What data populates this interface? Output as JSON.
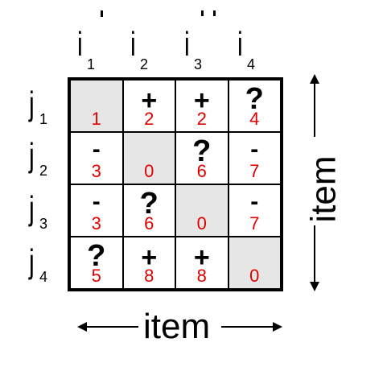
{
  "columns": [
    "i1",
    "i2",
    "i3",
    "i4"
  ],
  "col_labels": [
    {
      "main": "i",
      "sub": "1"
    },
    {
      "main": "i",
      "sub": "2"
    },
    {
      "main": "i",
      "sub": "3"
    },
    {
      "main": "i",
      "sub": "4"
    }
  ],
  "row_labels": [
    {
      "main": "j",
      "sub": "1"
    },
    {
      "main": "j",
      "sub": "2"
    },
    {
      "main": "j",
      "sub": "3"
    },
    {
      "main": "j",
      "sub": "4"
    }
  ],
  "matrix": [
    [
      {
        "sym": "",
        "num": "1",
        "diag": true
      },
      {
        "sym": "+",
        "num": "2"
      },
      {
        "sym": "+",
        "num": "2"
      },
      {
        "sym": "?",
        "num": "4"
      }
    ],
    [
      {
        "sym": "-",
        "num": "3"
      },
      {
        "sym": "",
        "num": "0",
        "diag": true
      },
      {
        "sym": "?",
        "num": "6"
      },
      {
        "sym": "-",
        "num": "7"
      }
    ],
    [
      {
        "sym": "-",
        "num": "3"
      },
      {
        "sym": "?",
        "num": "6"
      },
      {
        "sym": "",
        "num": "0",
        "diag": true
      },
      {
        "sym": "-",
        "num": "7"
      }
    ],
    [
      {
        "sym": "?",
        "num": "5"
      },
      {
        "sym": "+",
        "num": "8"
      },
      {
        "sym": "+",
        "num": "8"
      },
      {
        "sym": "",
        "num": "0",
        "diag": true
      }
    ]
  ],
  "bottom_axis_label": "item",
  "right_axis_label": "item",
  "colors": {
    "number": "#e00000",
    "diagonal": "#e6e6e6",
    "line": "#000000"
  }
}
